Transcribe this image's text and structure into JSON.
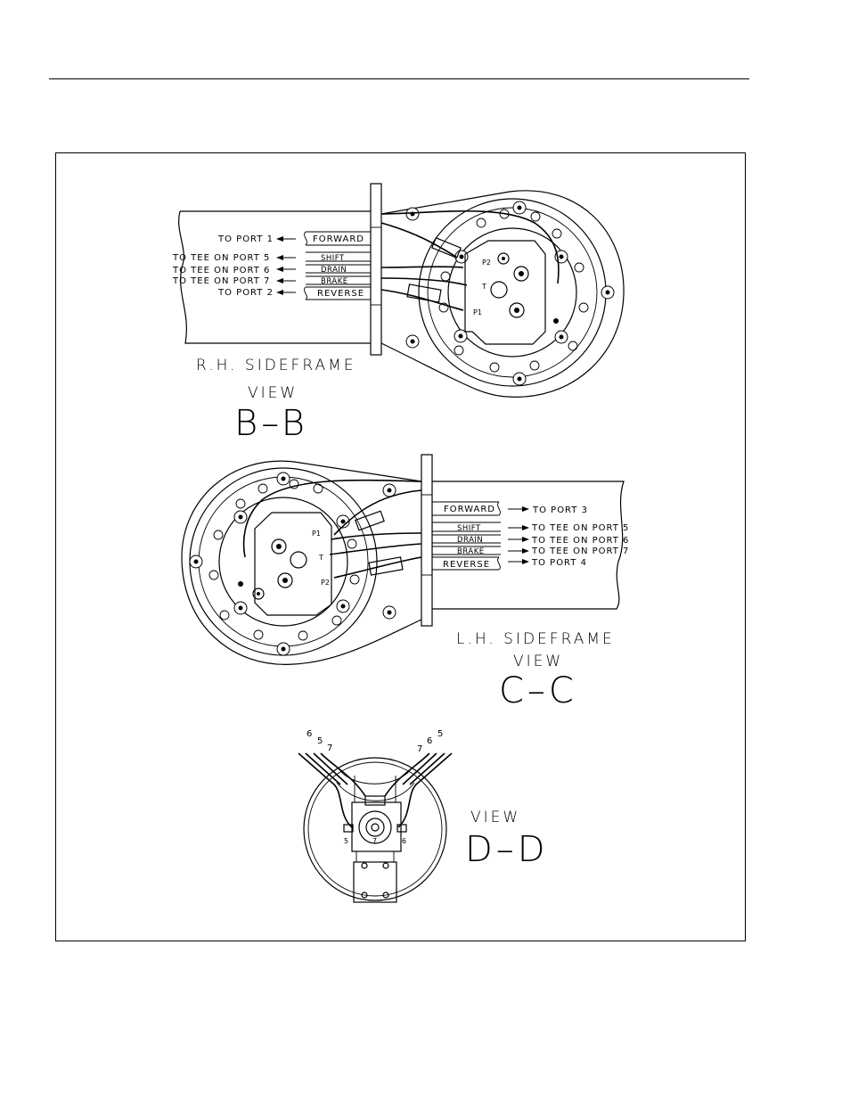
{
  "views": {
    "bb": {
      "labels_left": [
        "TO PORT 1",
        "TO TEE ON PORT 5",
        "TO TEE ON PORT 6",
        "TO TEE ON PORT 7",
        "TO PORT 2"
      ],
      "hoses": [
        "FORWARD",
        "SHIFT",
        "DRAIN",
        "BRAKE",
        "REVERSE"
      ],
      "ports": [
        "P2",
        "T",
        "P1"
      ],
      "caption": "R.H. SIDEFRAME",
      "view_word": "VIEW",
      "view_id": "B–B"
    },
    "cc": {
      "hoses": [
        "FORWARD",
        "SHIFT",
        "DRAIN",
        "BRAKE",
        "REVERSE"
      ],
      "labels_right": [
        "TO PORT 3",
        "TO TEE ON PORT 5",
        "TO TEE ON PORT 6",
        "TO TEE ON PORT 7",
        "TO PORT 4"
      ],
      "ports": [
        "P1",
        "T",
        "P2"
      ],
      "caption": "L.H. SIDEFRAME",
      "view_word": "VIEW",
      "view_id": "C–C"
    },
    "dd": {
      "left_tube_numbers": [
        "6",
        "5",
        "7"
      ],
      "right_tube_numbers": [
        "7",
        "6",
        "5"
      ],
      "port_numbers": [
        "5",
        "7",
        "6"
      ],
      "view_word": "VIEW",
      "view_id": "D–D"
    }
  }
}
